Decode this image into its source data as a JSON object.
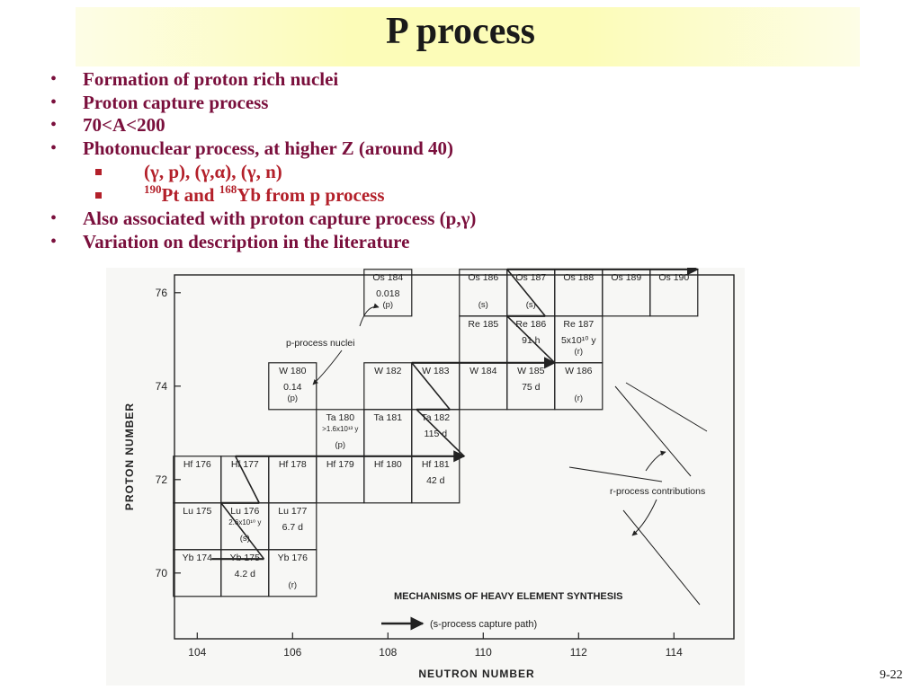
{
  "slide": {
    "title": "P process",
    "slide_number": "9-22",
    "bullets": [
      {
        "level": 1,
        "text": "Formation of proton rich nuclei"
      },
      {
        "level": 1,
        "text": "Proton capture process"
      },
      {
        "level": 1,
        "text": "70<A<200"
      },
      {
        "level": 1,
        "text": "Photonuclear process, at higher Z (around 40)"
      },
      {
        "level": 2,
        "text": "(γ, p), (γ,α), (γ, n)"
      },
      {
        "level": 2,
        "sup1": "190",
        "text1": "Pt and ",
        "sup2": "168",
        "text2": "Yb from p process"
      },
      {
        "level": 1,
        "text": "Also associated with proton capture process (p,γ)"
      },
      {
        "level": 1,
        "text": "Variation on description in the literature"
      }
    ]
  },
  "diagram": {
    "x_axis_label": "NEUTRON NUMBER",
    "y_axis_label": "PROTON NUMBER",
    "x_ticks": [
      "104",
      "106",
      "108",
      "110",
      "112",
      "114"
    ],
    "y_ticks": [
      "76",
      "74",
      "72",
      "70"
    ],
    "caption": "MECHANISMS OF HEAVY ELEMENT SYNTHESIS",
    "legend": "(s-process capture path)",
    "p_process_label": "p-process nuclei",
    "r_process_label": "r-process contributions",
    "cells": [
      {
        "n": 108,
        "z": 76,
        "l1": "Os 184",
        "l2": "0.018",
        "l3": "(p)"
      },
      {
        "n": 110,
        "z": 76,
        "l1": "Os 186",
        "l2": "",
        "l3": "(s)"
      },
      {
        "n": 111,
        "z": 76,
        "l1": "Os 187",
        "l2": "",
        "l3": "(s)"
      },
      {
        "n": 112,
        "z": 76,
        "l1": "Os 188",
        "l2": "",
        "l3": ""
      },
      {
        "n": 113,
        "z": 76,
        "l1": "Os 189",
        "l2": "",
        "l3": ""
      },
      {
        "n": 114,
        "z": 76,
        "l1": "Os 190",
        "l2": "",
        "l3": ""
      },
      {
        "n": 110,
        "z": 75,
        "l1": "Re 185",
        "l2": "",
        "l3": ""
      },
      {
        "n": 111,
        "z": 75,
        "l1": "Re 186",
        "l2": "91 h",
        "l3": ""
      },
      {
        "n": 112,
        "z": 75,
        "l1": "Re 187",
        "l2": "5x10¹⁰ y",
        "l3": "(r)"
      },
      {
        "n": 106,
        "z": 74,
        "l1": "W 180",
        "l2": "0.14",
        "l3": "(p)"
      },
      {
        "n": 108,
        "z": 74,
        "l1": "W 182",
        "l2": "",
        "l3": ""
      },
      {
        "n": 109,
        "z": 74,
        "l1": "W 183",
        "l2": "",
        "l3": ""
      },
      {
        "n": 110,
        "z": 74,
        "l1": "W 184",
        "l2": "",
        "l3": ""
      },
      {
        "n": 111,
        "z": 74,
        "l1": "W 185",
        "l2": "75 d",
        "l3": ""
      },
      {
        "n": 112,
        "z": 74,
        "l1": "W 186",
        "l2": "",
        "l3": "(r)"
      },
      {
        "n": 107,
        "z": 73,
        "l1": "Ta 180",
        "l2": ">1.6x10¹³ y",
        "l3": "(p)"
      },
      {
        "n": 108,
        "z": 73,
        "l1": "Ta 181",
        "l2": "",
        "l3": ""
      },
      {
        "n": 109,
        "z": 73,
        "l1": "Ta 182",
        "l2": "115 d",
        "l3": ""
      },
      {
        "n": 104,
        "z": 72,
        "l1": "Hf 176",
        "l2": "",
        "l3": ""
      },
      {
        "n": 105,
        "z": 72,
        "l1": "Hf 177",
        "l2": "",
        "l3": ""
      },
      {
        "n": 106,
        "z": 72,
        "l1": "Hf 178",
        "l2": "",
        "l3": ""
      },
      {
        "n": 107,
        "z": 72,
        "l1": "Hf 179",
        "l2": "",
        "l3": ""
      },
      {
        "n": 108,
        "z": 72,
        "l1": "Hf 180",
        "l2": "",
        "l3": ""
      },
      {
        "n": 109,
        "z": 72,
        "l1": "Hf 181",
        "l2": "42 d",
        "l3": ""
      },
      {
        "n": 104,
        "z": 71,
        "l1": "Lu 175",
        "l2": "",
        "l3": ""
      },
      {
        "n": 105,
        "z": 71,
        "l1": "Lu 176",
        "l2": "2.6x10¹⁰ y",
        "l3": "(s)"
      },
      {
        "n": 106,
        "z": 71,
        "l1": "Lu 177",
        "l2": "6.7 d",
        "l3": ""
      },
      {
        "n": 104,
        "z": 70,
        "l1": "Yb 174",
        "l2": "",
        "l3": ""
      },
      {
        "n": 105,
        "z": 70,
        "l1": "Yb 175",
        "l2": "4.2 d",
        "l3": ""
      },
      {
        "n": 106,
        "z": 70,
        "l1": "Yb 176",
        "l2": "",
        "l3": "(r)"
      }
    ],
    "s_path": [
      {
        "n": 104.3,
        "z": 70.3
      },
      {
        "n": 105.4,
        "z": 70.3
      },
      {
        "n": 104.5,
        "z": 71.5
      },
      {
        "n": 105.3,
        "z": 71.5
      },
      {
        "n": 104.8,
        "z": 72.5
      },
      {
        "n": 109.6,
        "z": 72.5
      },
      {
        "n": 108.6,
        "z": 73.5
      },
      {
        "n": 109.3,
        "z": 73.5
      },
      {
        "n": 108.5,
        "z": 74.5
      },
      {
        "n": 111.5,
        "z": 74.5
      },
      {
        "n": 110.5,
        "z": 75.5
      },
      {
        "n": 111.3,
        "z": 75.5
      },
      {
        "n": 110.5,
        "z": 76.5
      },
      {
        "n": 114.5,
        "z": 76.5
      }
    ],
    "colors": {
      "ink": "#222222",
      "bullet": "#7a0f3c",
      "sub_bullet": "#b3202a"
    }
  }
}
